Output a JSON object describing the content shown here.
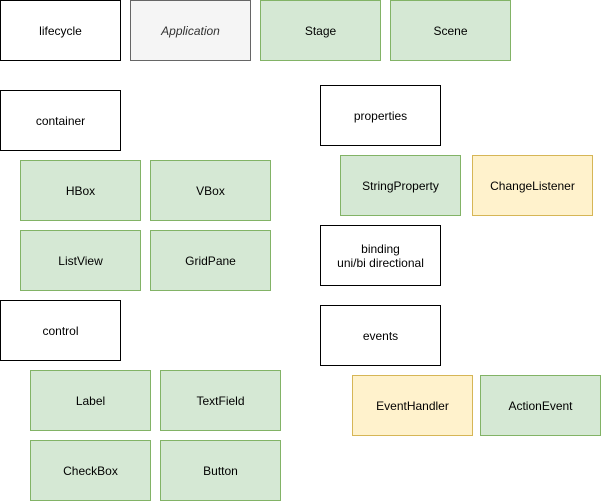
{
  "diagram": {
    "lifecycle": "lifecycle",
    "application": "Application",
    "stage": "Stage",
    "scene": "Scene",
    "container": "container",
    "hbox": "HBox",
    "vbox": "VBox",
    "listview": "ListView",
    "gridpane": "GridPane",
    "control": "control",
    "label": "Label",
    "textfield": "TextField",
    "checkbox": "CheckBox",
    "button": "Button",
    "properties": "properties",
    "stringproperty": "StringProperty",
    "changelistener": "ChangeListener",
    "binding": "binding\nuni/bi directional",
    "events": "events",
    "eventhandler": "EventHandler",
    "actionevent": "ActionEvent"
  },
  "colors": {
    "green_fill": "#d5e8d4",
    "green_stroke": "#82b366",
    "yellow_fill": "#fff2cc",
    "yellow_stroke": "#d6b656",
    "gray_fill": "#f5f5f5",
    "gray_stroke": "#666666"
  }
}
